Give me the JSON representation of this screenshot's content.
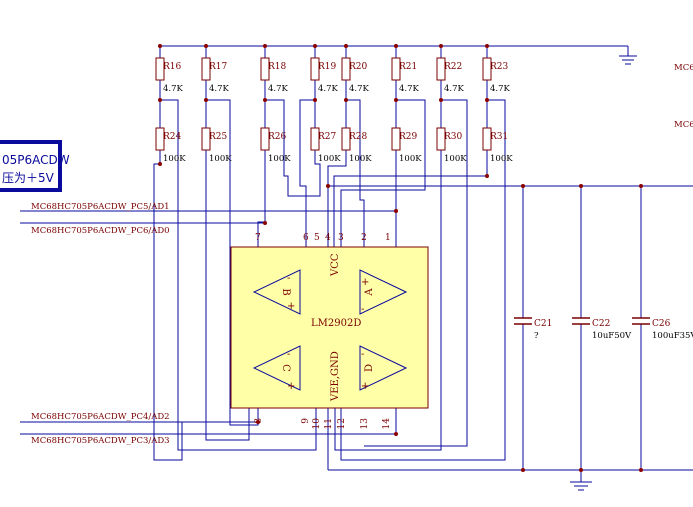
{
  "note": {
    "line1": "05P6ACDW",
    "line2": "压为＋5V"
  },
  "chip": {
    "name": "LM2902D",
    "vcc_label": "VCC",
    "vee_label": "VEE,GND",
    "amps": [
      {
        "id": "A",
        "minus": "-",
        "plus": "+"
      },
      {
        "id": "B",
        "minus": "-",
        "plus": "+"
      },
      {
        "id": "C",
        "minus": "-",
        "plus": "+"
      },
      {
        "id": "D",
        "minus": "-",
        "plus": "+"
      }
    ],
    "pins_top": [
      "7",
      "6",
      "5",
      "4",
      "3",
      "2",
      "1"
    ],
    "pins_bottom": [
      "8",
      "9",
      "10",
      "11",
      "12",
      "13",
      "14"
    ]
  },
  "resistors_top": [
    {
      "ref": "R16",
      "value": "4.7K"
    },
    {
      "ref": "R17",
      "value": "4.7K"
    },
    {
      "ref": "R18",
      "value": "4.7K"
    },
    {
      "ref": "R19",
      "value": "4.7K"
    },
    {
      "ref": "R20",
      "value": "4.7K"
    },
    {
      "ref": "R21",
      "value": "4.7K"
    },
    {
      "ref": "R22",
      "value": "4.7K"
    },
    {
      "ref": "R23",
      "value": "4.7K"
    }
  ],
  "resistors_bottom": [
    {
      "ref": "R24",
      "value": "100K"
    },
    {
      "ref": "R25",
      "value": "100K"
    },
    {
      "ref": "R26",
      "value": "100K"
    },
    {
      "ref": "R27",
      "value": "100K"
    },
    {
      "ref": "R28",
      "value": "100K"
    },
    {
      "ref": "R29",
      "value": "100K"
    },
    {
      "ref": "R30",
      "value": "100K"
    },
    {
      "ref": "R31",
      "value": "100K"
    }
  ],
  "capacitors": [
    {
      "ref": "C21",
      "value": "?"
    },
    {
      "ref": "C22",
      "value": "10uF50V"
    },
    {
      "ref": "C26",
      "value": "100uF35V"
    }
  ],
  "net_labels": {
    "pc5": "MC68HC705P6ACDW_PC5/AD1",
    "pc6": "MC68HC705P6ACDW_PC6/AD0",
    "pc4": "MC68HC705P6ACDW_PC4/AD2",
    "pc3": "MC68HC705P6ACDW_PC3/AD3",
    "edge_top": "MC6",
    "edge_mid": "MC6"
  },
  "colors": {
    "wire": "#0a0a9c",
    "component": "#7a0000",
    "junction": "#8b0000",
    "chip_fill": "#ffffa8",
    "note_border": "#0a0a9c"
  }
}
